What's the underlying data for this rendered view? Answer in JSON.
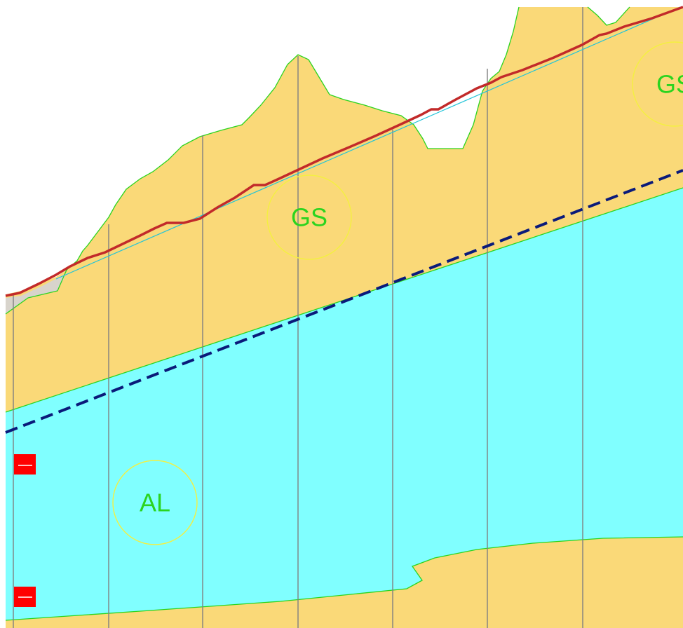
{
  "labels": {
    "gs_center": "GS",
    "gs_right": "GS",
    "al_left": "AL"
  },
  "colors": {
    "gravel_sand_fill": "#fad978",
    "alluvium_fill": "#80ffff",
    "boundary_green": "#2bd41f",
    "ground_red": "#c22a2a",
    "reference_cyan": "#22c4d8",
    "groundwater_navy": "#0a1a7a",
    "grid_gray": "#808080",
    "label_circle_yellow": "#f4f040",
    "marker_red": "#ff0000",
    "weathered_gray": "#d8d4cc"
  },
  "icons": {
    "borehole_markers": [
      "red-rectangle-marker",
      "red-rectangle-marker"
    ]
  }
}
